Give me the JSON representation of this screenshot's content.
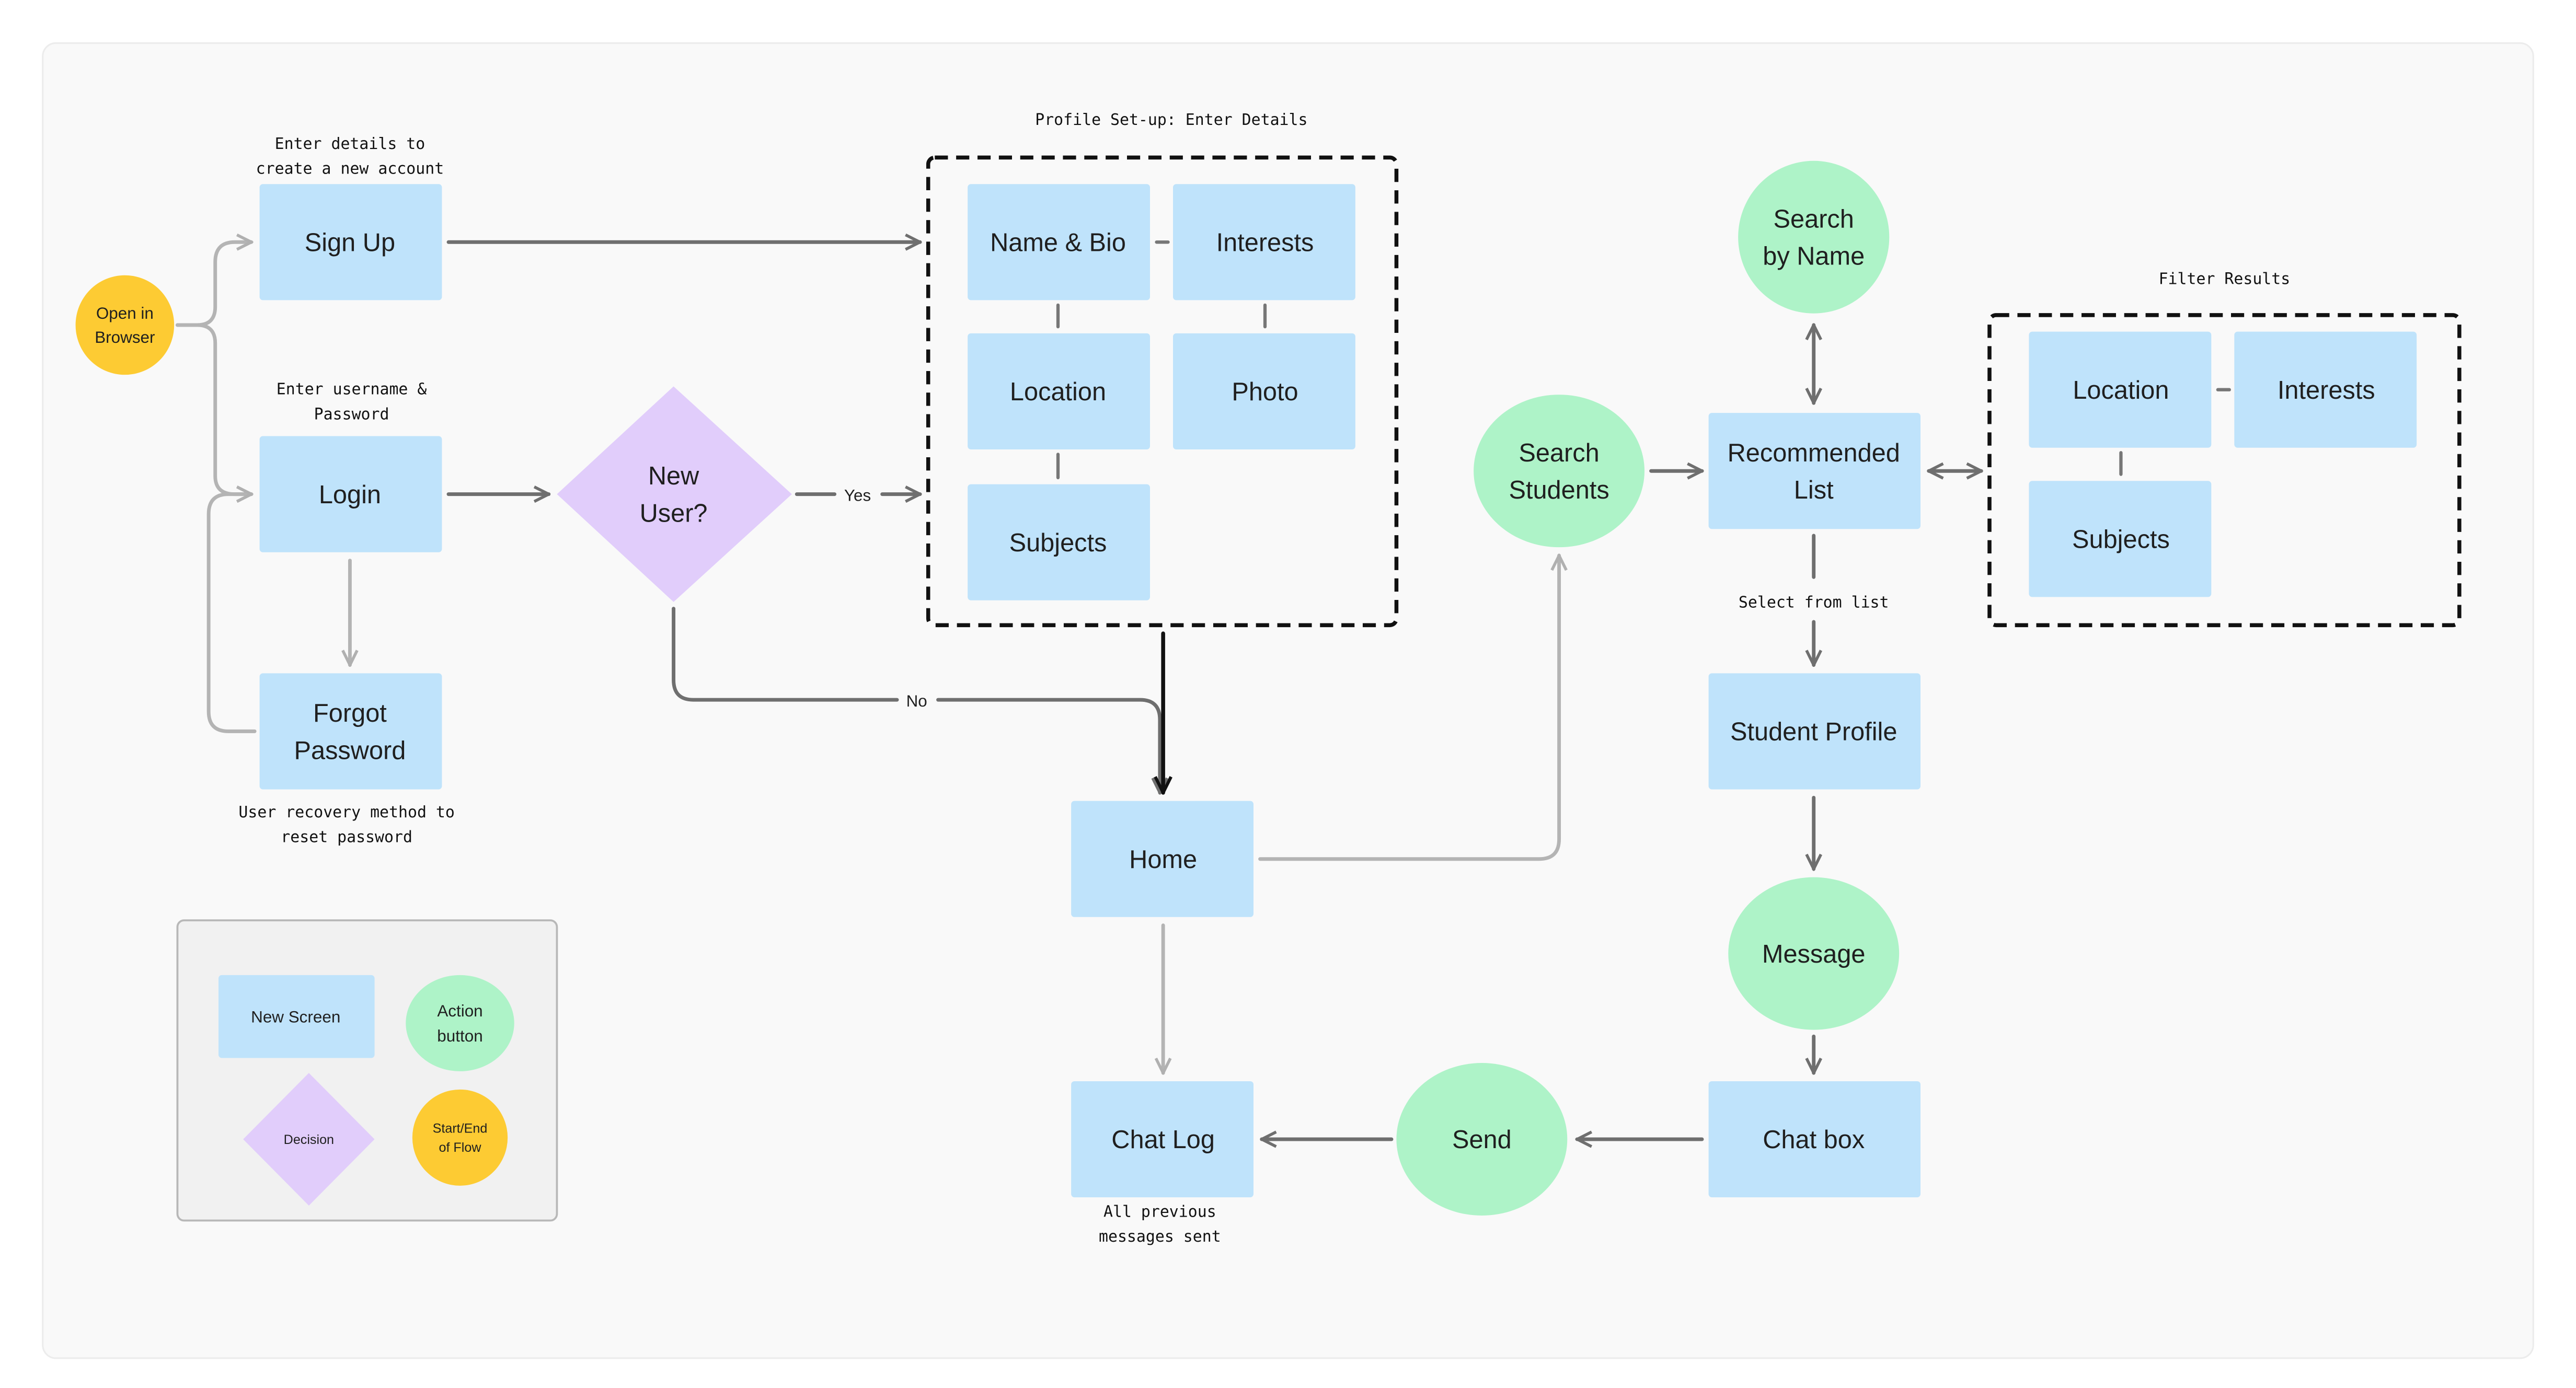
{
  "colors": {
    "canvas": "#f9f9f9",
    "screen": "#bfe3fb",
    "action": "#aef3c8",
    "decision": "#e1cdfb",
    "start": "#fdcb33",
    "legend_bg": "#f1f1f1"
  },
  "nodes": {
    "open_browser": "Open in\nBrowser",
    "sign_up": "Sign Up",
    "login": "Login",
    "forgot_password": "Forgot\nPassword",
    "new_user": "New\nUser?",
    "name_bio": "Name & Bio",
    "interests": "Interests",
    "location": "Location",
    "photo": "Photo",
    "subjects": "Subjects",
    "home": "Home",
    "chat_log": "Chat Log",
    "send": "Send",
    "chat_box": "Chat box",
    "message": "Message",
    "student_profile": "Student Profile",
    "recommended_list": "Recommended\nList",
    "search_students": "Search\nStudents",
    "search_by_name": "Search\nby Name",
    "filter_location": "Location",
    "filter_interests": "Interests",
    "filter_subjects": "Subjects"
  },
  "annotations": {
    "sign_up_note": "Enter details to\ncreate a new account",
    "login_note": "Enter username &\nPassword",
    "forgot_note": "User recovery method to\nreset password",
    "profile_group": "Profile Set-up: Enter Details",
    "filter_group": "Filter Results",
    "select_note": "Select from list",
    "chat_log_note": "All previous\nmessages sent"
  },
  "edge_labels": {
    "yes": "Yes",
    "no": "No"
  },
  "legend": {
    "new_screen": "New Screen",
    "action_button": "Action\nbutton",
    "decision": "Decision",
    "start_end": "Start/End\nof Flow"
  }
}
